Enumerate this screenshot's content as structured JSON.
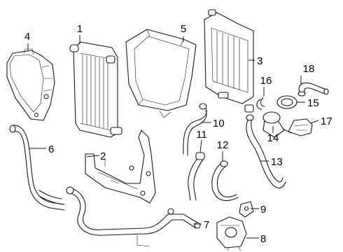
{
  "callouts": {
    "c1": "1",
    "c2": "2",
    "c3": "3",
    "c4": "4",
    "c5": "5",
    "c6": "6",
    "c7": "7",
    "c8": "8",
    "c9": "9",
    "c10": "10",
    "c11": "11",
    "c12": "12",
    "c13": "13",
    "c14": "14",
    "c15": "15",
    "c16": "16",
    "c17": "17",
    "c18": "18"
  },
  "colors": {
    "line": "#1a1a1a",
    "background": "#ffffff",
    "text": "#000000"
  }
}
